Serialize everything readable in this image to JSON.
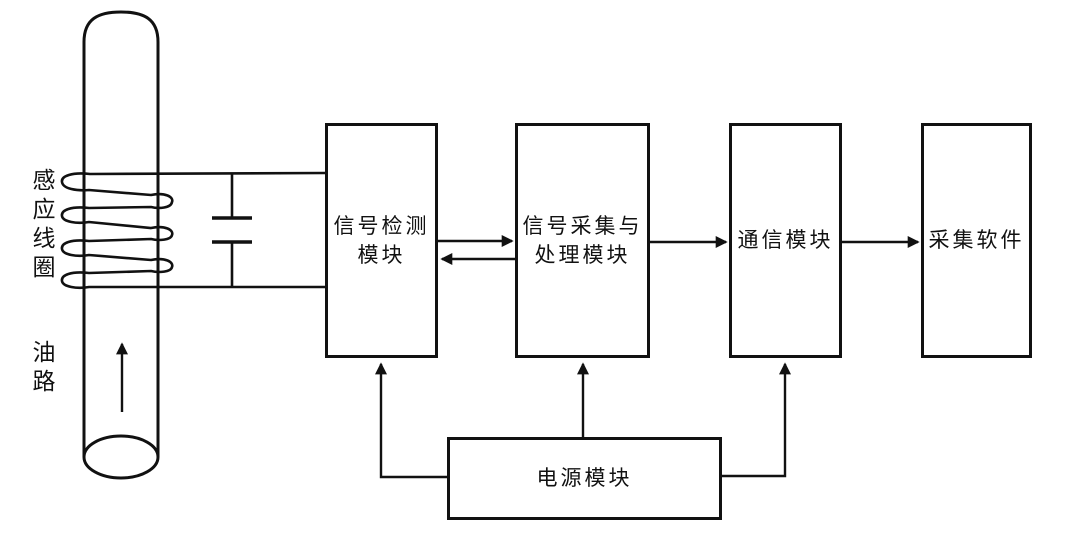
{
  "diagram": {
    "kind": "block-diagram",
    "colors": {
      "line": "#111111",
      "background": "#ffffff"
    },
    "sensor": {
      "coil_label": "感\n应\n线\n圈",
      "pipe_label": "油\n路",
      "flow_direction": "up",
      "components": [
        "pipe",
        "induction-coil",
        "capacitor"
      ]
    },
    "modules": {
      "signal_detection": "信号检测\n模块",
      "acquisition_processing": "信号采集与\n处理模块",
      "communication": "通信模块",
      "software": "采集软件",
      "power": "电源模块"
    },
    "connections": [
      "coil+capacitor — signal_detection (two wires)",
      "signal_detection ⇄ acquisition_processing",
      "acquisition_processing → communication",
      "communication → software",
      "power → signal_detection",
      "power → acquisition_processing",
      "power → communication"
    ]
  }
}
